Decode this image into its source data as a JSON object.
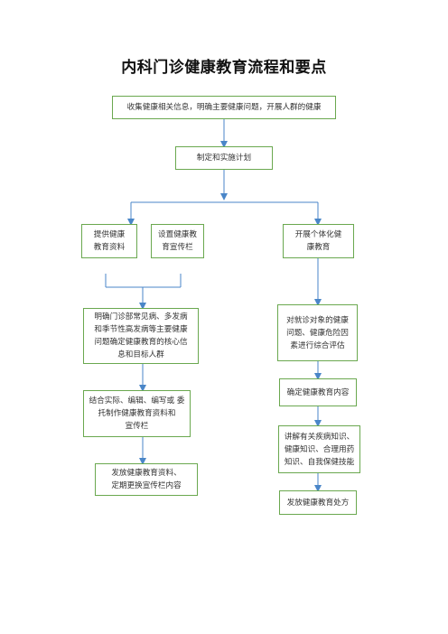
{
  "title": "内科门诊健康教育流程和要点",
  "boxes": {
    "collect": "收集健康相关信息，明确主要健康问题，开展人群的健康",
    "plan": "制定和实施计划",
    "materials": "提供健康\n教育资料",
    "board": "设置健康教\n育宣传栏",
    "individual": "开展个体化健\n康教育",
    "clarify": "明确门诊部常见病、多发病\n和季节性高发病等主要健康\n问题确定健康教育的核心信\n息和目标人群",
    "assess": "对就诊对象的健康\n问题、健康危险因\n素进行综合评估",
    "edit": "结合实际、编辑、编写或 委\n托制作健康教育资料和\n宣传栏",
    "content": "确定健康教育内容",
    "explain": "讲解有关疾病知识、\n健康知识、合理用药\n知识、自我保健技能",
    "distribute": "发放健康教育资料、\n定期更换宣传栏内容",
    "prescription": "发放健康教育处方"
  },
  "colors": {
    "border": "#6aa84f",
    "arrow": "#4a86c8"
  }
}
